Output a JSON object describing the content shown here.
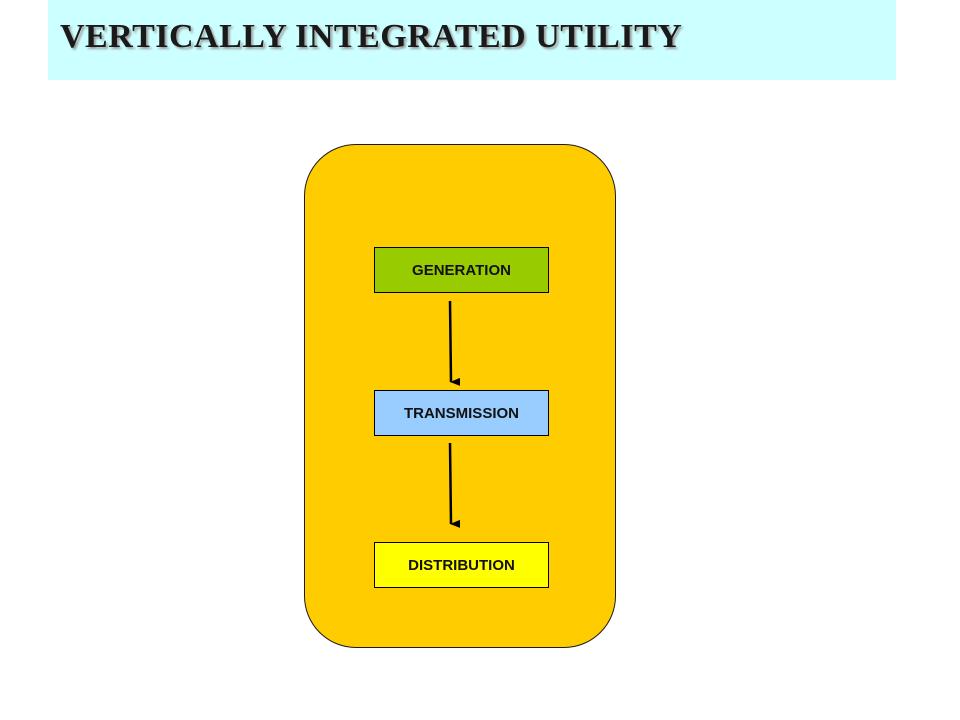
{
  "title": "VERTICALLY INTEGRATED UTILITY",
  "stages": {
    "generation": "GENERATION",
    "transmission": "TRANSMISSION",
    "distribution": "DISTRIBUTION"
  },
  "colors": {
    "title_bar": "#ccffff",
    "container": "#ffcc00",
    "generation": "#99cc00",
    "transmission": "#99ccff",
    "distribution": "#ffff00"
  }
}
